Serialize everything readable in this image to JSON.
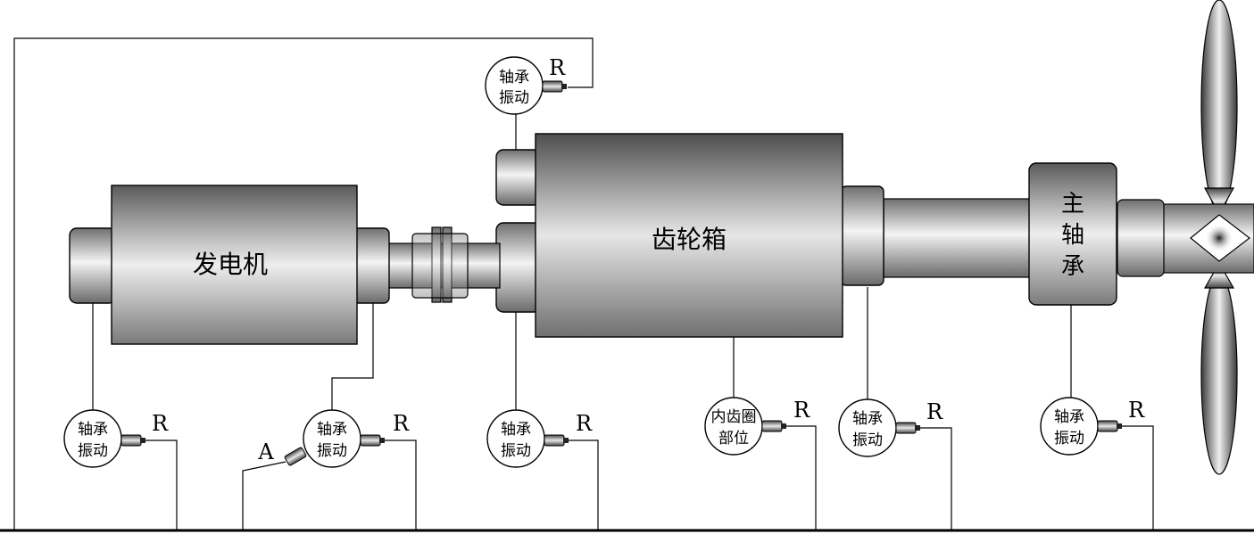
{
  "components": {
    "generator": "发电机",
    "gearbox": "齿轮箱",
    "main_bearing": [
      "主",
      "轴",
      "承"
    ]
  },
  "sensors": [
    {
      "id": "gearbox-top",
      "line1": "轴承",
      "line2": "振动",
      "dir": "R"
    },
    {
      "id": "generator-left",
      "line1": "轴承",
      "line2": "振动",
      "dir": "R"
    },
    {
      "id": "generator-right",
      "line1": "轴承",
      "line2": "振动",
      "dir": "R",
      "dir2": "A"
    },
    {
      "id": "gearbox-input",
      "line1": "轴承",
      "line2": "振动",
      "dir": "R"
    },
    {
      "id": "ring-gear",
      "line1": "内齿圈",
      "line2": "部位",
      "dir": "R"
    },
    {
      "id": "gearbox-output",
      "line1": "轴承",
      "line2": "振动",
      "dir": "R"
    },
    {
      "id": "main-bearing",
      "line1": "轴承",
      "line2": "振动",
      "dir": "R"
    }
  ]
}
